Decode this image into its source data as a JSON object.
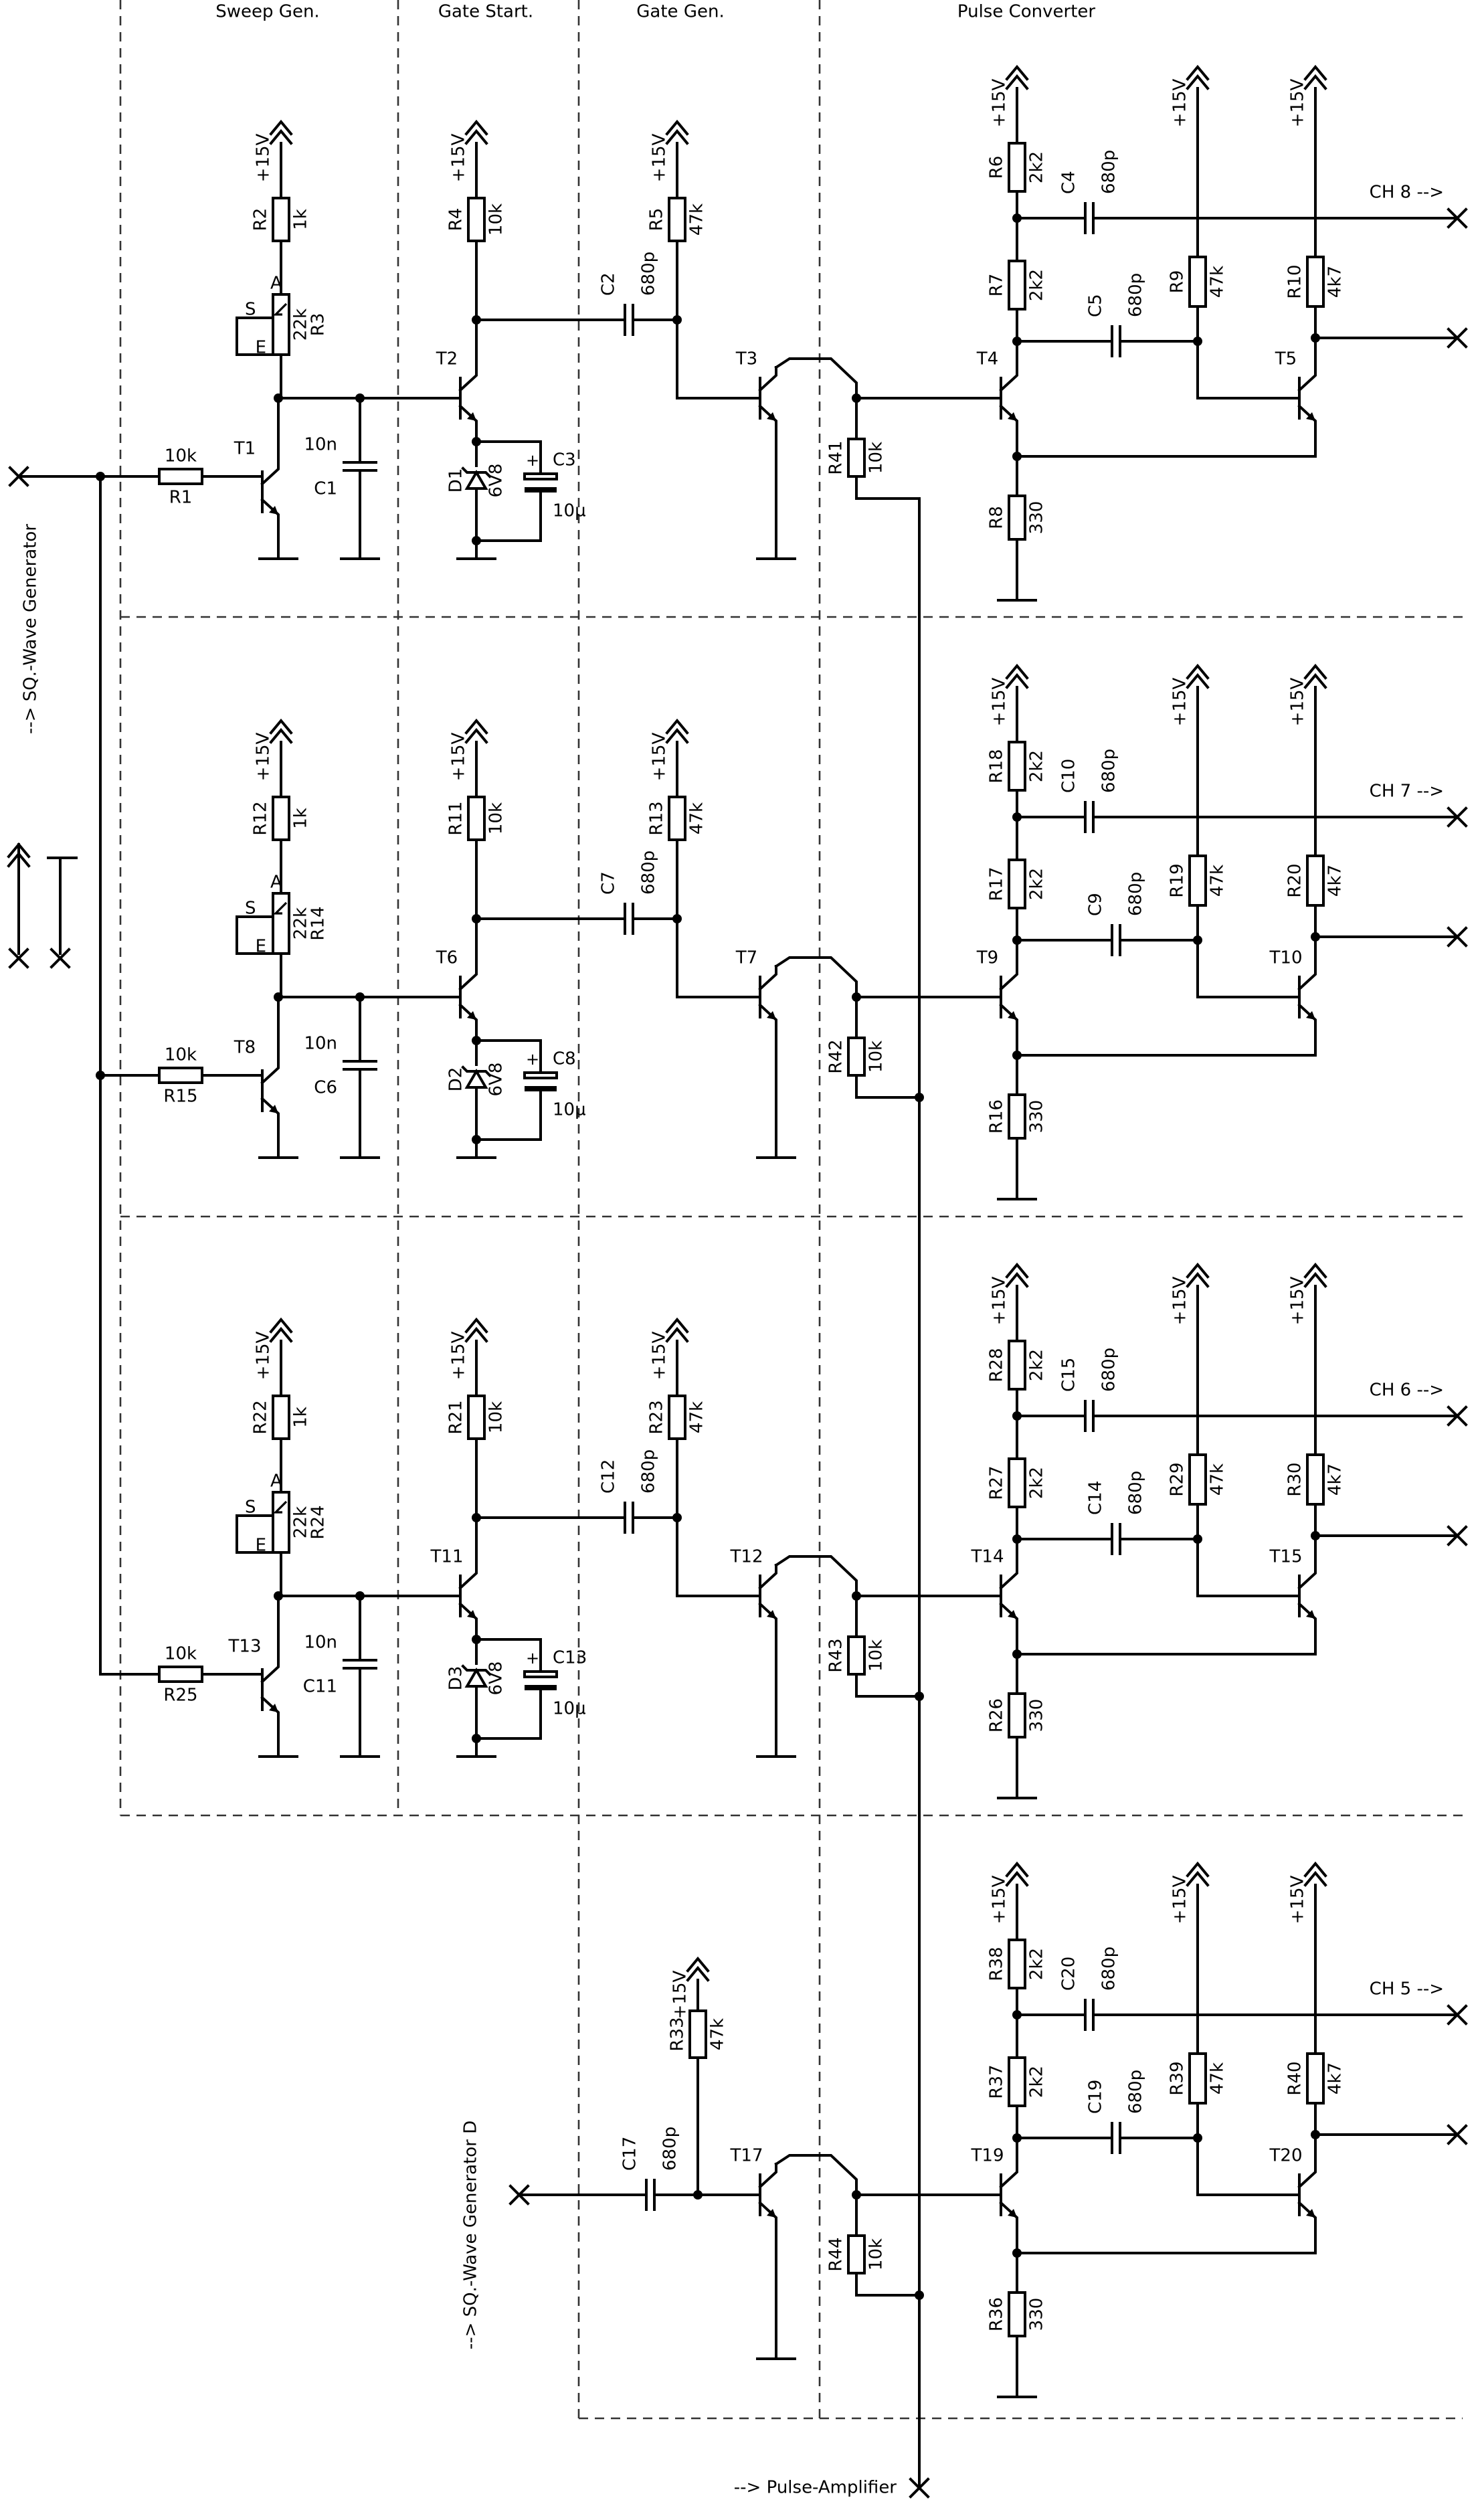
{
  "sections": {
    "sweep_gen": "Sweep Gen.",
    "gate_start": "Gate Start.",
    "gate_gen": "Gate Gen.",
    "pulse_converter": "Pulse Converter"
  },
  "supply": "+15V",
  "ext": {
    "sq_wave_generator": "--> SQ.-Wave Generator",
    "sq_wave_generator_d": "--> SQ.-Wave Generator D",
    "pulse_amplifier": "--> Pulse-Amplifier"
  },
  "pot_pins": {
    "s": "S",
    "a": "A",
    "e": "E"
  },
  "stages": [
    {
      "channel": "CH 8 -->",
      "t_sweep": "T1",
      "r_in": "R1",
      "r_in_val": "10k",
      "r_top": "R2",
      "r_top_val": "1k",
      "pot": "R3",
      "pot_val": "22k",
      "c_sweep": "C1",
      "c_sweep_val": "10n",
      "t_gate_start": "T2",
      "r_gs": "R4",
      "r_gs_val": "10k",
      "diode": "D1",
      "diode_val": "6V8",
      "c_el": "C3",
      "c_el_val": "10µ",
      "c_cpl": "C2",
      "c_cpl_val": "680p",
      "r_gg": "R5",
      "r_gg_val": "47k",
      "t_gate_gen": "T3",
      "r_bias": "R41",
      "r_bias_val": "10k",
      "t_pc1": "T4",
      "t_pc2": "T5",
      "r_pc_top": "R6",
      "r_pc_top_val": "2k2",
      "r_pc_mid": "R7",
      "r_pc_mid_val": "2k2",
      "r_pc_em": "R8",
      "r_pc_em_val": "330",
      "r_pc_b": "R9",
      "r_pc_b_val": "47k",
      "r_pc_c": "R10",
      "r_pc_c_val": "4k7",
      "c_out": "C4",
      "c_out_val": "680p",
      "c_mid": "C5",
      "c_mid_val": "680p"
    },
    {
      "channel": "CH 7 -->",
      "t_sweep": "T8",
      "r_in": "R15",
      "r_in_val": "10k",
      "r_top": "R12",
      "r_top_val": "1k",
      "pot": "R14",
      "pot_val": "22k",
      "c_sweep": "C6",
      "c_sweep_val": "10n",
      "t_gate_start": "T6",
      "r_gs": "R11",
      "r_gs_val": "10k",
      "diode": "D2",
      "diode_val": "6V8",
      "c_el": "C8",
      "c_el_val": "10µ",
      "c_cpl": "C7",
      "c_cpl_val": "680p",
      "r_gg": "R13",
      "r_gg_val": "47k",
      "t_gate_gen": "T7",
      "r_bias": "R42",
      "r_bias_val": "10k",
      "t_pc1": "T9",
      "t_pc2": "T10",
      "r_pc_top": "R18",
      "r_pc_top_val": "2k2",
      "r_pc_mid": "R17",
      "r_pc_mid_val": "2k2",
      "r_pc_em": "R16",
      "r_pc_em_val": "330",
      "r_pc_b": "R19",
      "r_pc_b_val": "47k",
      "r_pc_c": "R20",
      "r_pc_c_val": "4k7",
      "c_out": "C10",
      "c_out_val": "680p",
      "c_mid": "C9",
      "c_mid_val": "680p"
    },
    {
      "channel": "CH 6 -->",
      "t_sweep": "T13",
      "r_in": "R25",
      "r_in_val": "10k",
      "r_top": "R22",
      "r_top_val": "1k",
      "pot": "R24",
      "pot_val": "22k",
      "c_sweep": "C11",
      "c_sweep_val": "10n",
      "t_gate_start": "T11",
      "r_gs": "R21",
      "r_gs_val": "10k",
      "diode": "D3",
      "diode_val": "6V8",
      "c_el": "C13",
      "c_el_val": "10µ",
      "c_cpl": "C12",
      "c_cpl_val": "680p",
      "r_gg": "R23",
      "r_gg_val": "47k",
      "t_gate_gen": "T12",
      "r_bias": "R43",
      "r_bias_val": "10k",
      "t_pc1": "T14",
      "t_pc2": "T15",
      "r_pc_top": "R28",
      "r_pc_top_val": "2k2",
      "r_pc_mid": "R27",
      "r_pc_mid_val": "2k2",
      "r_pc_em": "R26",
      "r_pc_em_val": "330",
      "r_pc_b": "R29",
      "r_pc_b_val": "47k",
      "r_pc_c": "R30",
      "r_pc_c_val": "4k7",
      "c_out": "C15",
      "c_out_val": "680p",
      "c_mid": "C14",
      "c_mid_val": "680p"
    }
  ],
  "stage4": {
    "channel": "CH 5 -->",
    "c_in": "C17",
    "c_in_val": "680p",
    "r_gg": "R33",
    "r_gg_val": "47k",
    "t_gate_gen": "T17",
    "r_bias": "R44",
    "r_bias_val": "10k",
    "t_pc1": "T19",
    "t_pc2": "T20",
    "r_pc_top": "R38",
    "r_pc_top_val": "2k2",
    "r_pc_mid": "R37",
    "r_pc_mid_val": "2k2",
    "r_pc_em": "R36",
    "r_pc_em_val": "330",
    "r_pc_b": "R39",
    "r_pc_b_val": "47k",
    "r_pc_c": "R40",
    "r_pc_c_val": "4k7",
    "c_out": "C20",
    "c_out_val": "680p",
    "c_mid": "C19",
    "c_mid_val": "680p"
  }
}
